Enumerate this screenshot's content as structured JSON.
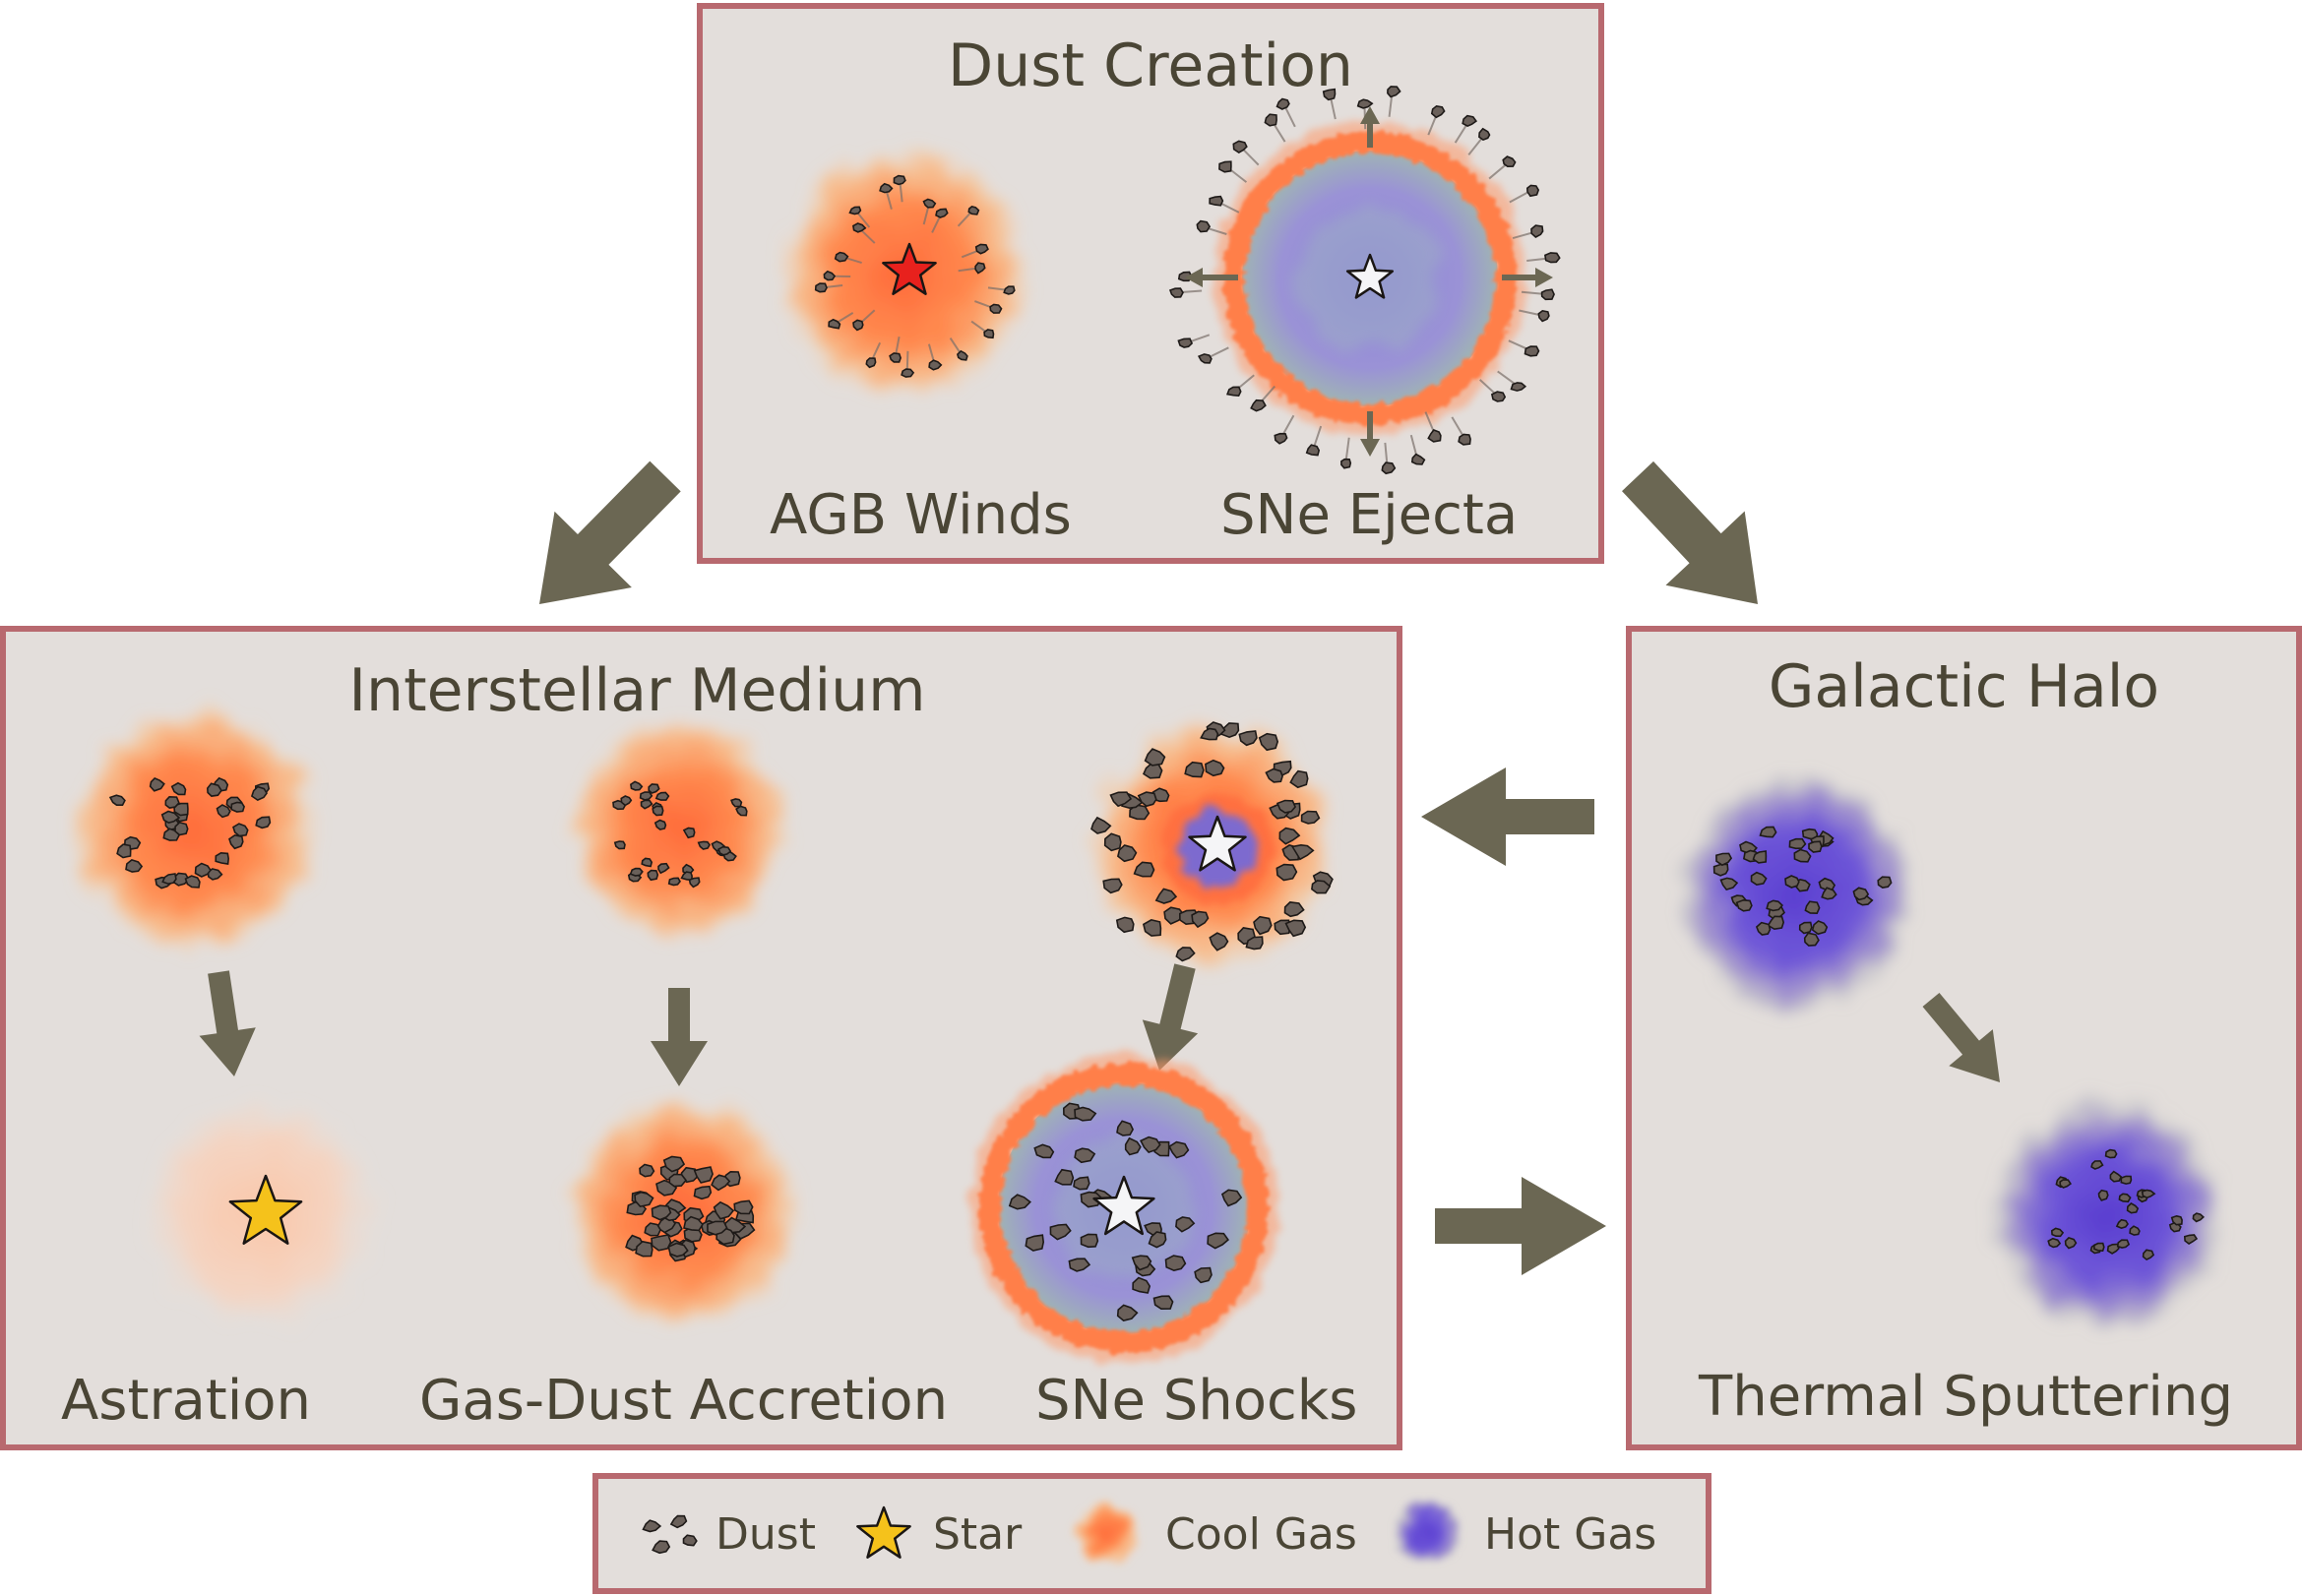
{
  "colors": {
    "panel_bg": "#e3dedb",
    "panel_border": "#b8696f",
    "arrow": "#6b6753",
    "dust": "#6a605a",
    "cool_gas": "#ff8a50",
    "hot_gas": "#6a4fd0",
    "star_red": "#e8211d",
    "star_gold": "#f5c21b",
    "star_white": "#f5f5f7"
  },
  "dust_creation": {
    "title": "Dust Creation",
    "agb_label": "AGB Winds",
    "sne_label": "SNe Ejecta"
  },
  "ism": {
    "title": "Interstellar Medium",
    "astration_label": "Astration",
    "accretion_label": "Gas-Dust Accretion",
    "shocks_label": "SNe Shocks"
  },
  "halo": {
    "title": "Galactic Halo",
    "sputtering_label": "Thermal Sputtering"
  },
  "legend": {
    "dust": "Dust",
    "star": "Star",
    "cool_gas": "Cool Gas",
    "hot_gas": "Hot Gas"
  }
}
